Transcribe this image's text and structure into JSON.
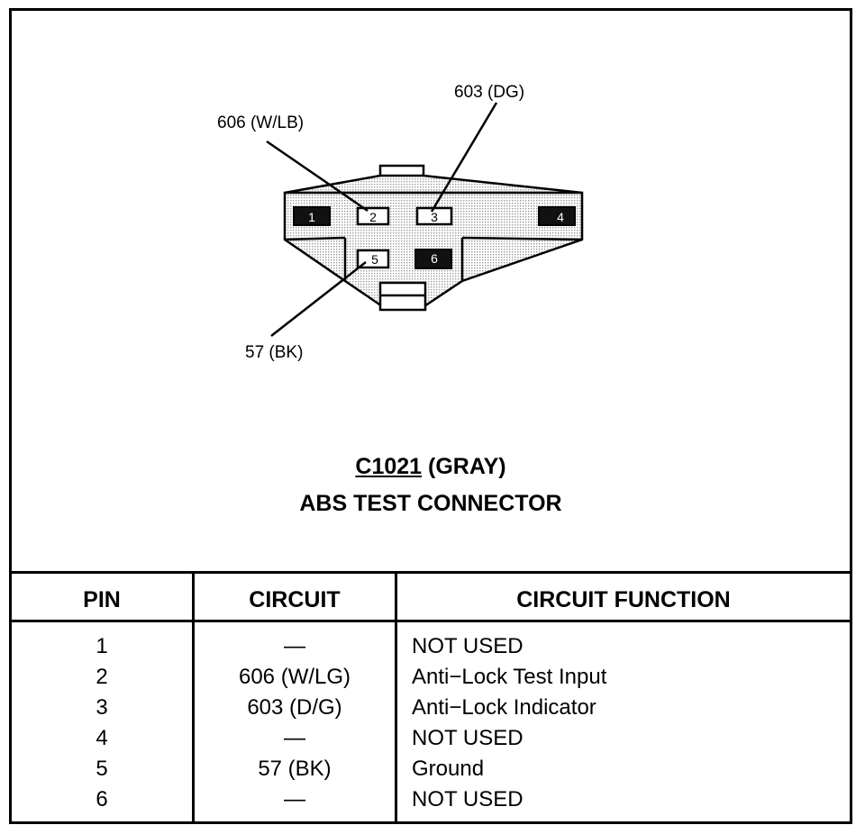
{
  "diagram": {
    "wire_labels": {
      "w606": "606 (W/LB)",
      "w603": "603 (DG)",
      "w57": "57 (BK)"
    },
    "pins": [
      "1",
      "2",
      "3",
      "4",
      "5",
      "6"
    ],
    "caption": {
      "connector_id": "C1021",
      "connector_color": "(GRAY)",
      "name": "ABS TEST CONNECTOR"
    }
  },
  "table": {
    "headers": {
      "pin": "PIN",
      "circuit": "CIRCUIT",
      "function": "CIRCUIT FUNCTION"
    },
    "rows": [
      {
        "pin": "1",
        "circuit": "—",
        "function": "NOT USED"
      },
      {
        "pin": "2",
        "circuit": "606 (W/LG)",
        "function": "Anti−Lock Test Input"
      },
      {
        "pin": "3",
        "circuit": "603 (D/G)",
        "function": "Anti−Lock Indicator"
      },
      {
        "pin": "4",
        "circuit": "—",
        "function": "NOT USED"
      },
      {
        "pin": "5",
        "circuit": "57 (BK)",
        "function": "Ground"
      },
      {
        "pin": "6",
        "circuit": "—",
        "function": "NOT USED"
      }
    ]
  }
}
